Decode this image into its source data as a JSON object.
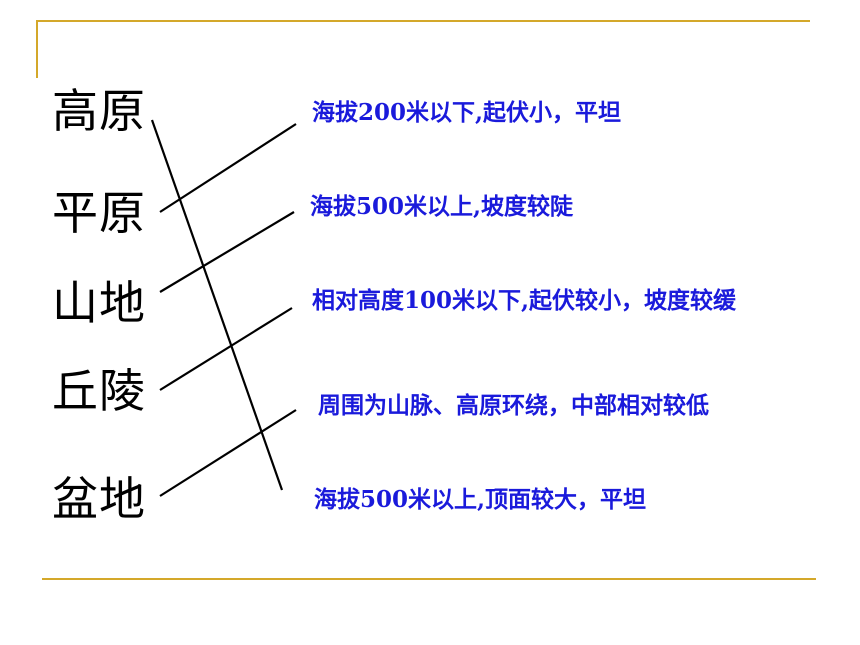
{
  "terms": [
    {
      "id": "gaoyuan",
      "label": "高原"
    },
    {
      "id": "pingyuan",
      "label": "平原"
    },
    {
      "id": "shandi",
      "label": "山地"
    },
    {
      "id": "qiuling",
      "label": "丘陵"
    },
    {
      "id": "pendi",
      "label": "盆地"
    }
  ],
  "descriptions": [
    {
      "id": "d1",
      "label": "海拔200米以下,起伏小，平坦"
    },
    {
      "id": "d2",
      "label": "海拔500米以上,坡度较陡"
    },
    {
      "id": "d3",
      "label": "相对高度100米以下,起伏较小，坡度较缓"
    },
    {
      "id": "d4",
      "label": "周围为山脉、高原环绕，中部相对较低"
    },
    {
      "id": "d5",
      "label": "海拔500米以上,顶面较大，平坦"
    }
  ],
  "matches": [
    {
      "term": "高原",
      "description": "海拔500米以上,顶面较大，平坦"
    },
    {
      "term": "平原",
      "description": "海拔200米以下,起伏小，平坦"
    },
    {
      "term": "山地",
      "description": "海拔500米以上,坡度较陡"
    },
    {
      "term": "丘陵",
      "description": "相对高度100米以下,起伏较小，坡度较缓"
    },
    {
      "term": "盆地",
      "description": "周围为山脉、高原环绕，中部相对较低"
    }
  ],
  "colors": {
    "frame": "#d4a82a",
    "term_text": "#000000",
    "description_text": "#1a1adb",
    "connector": "#000000"
  }
}
